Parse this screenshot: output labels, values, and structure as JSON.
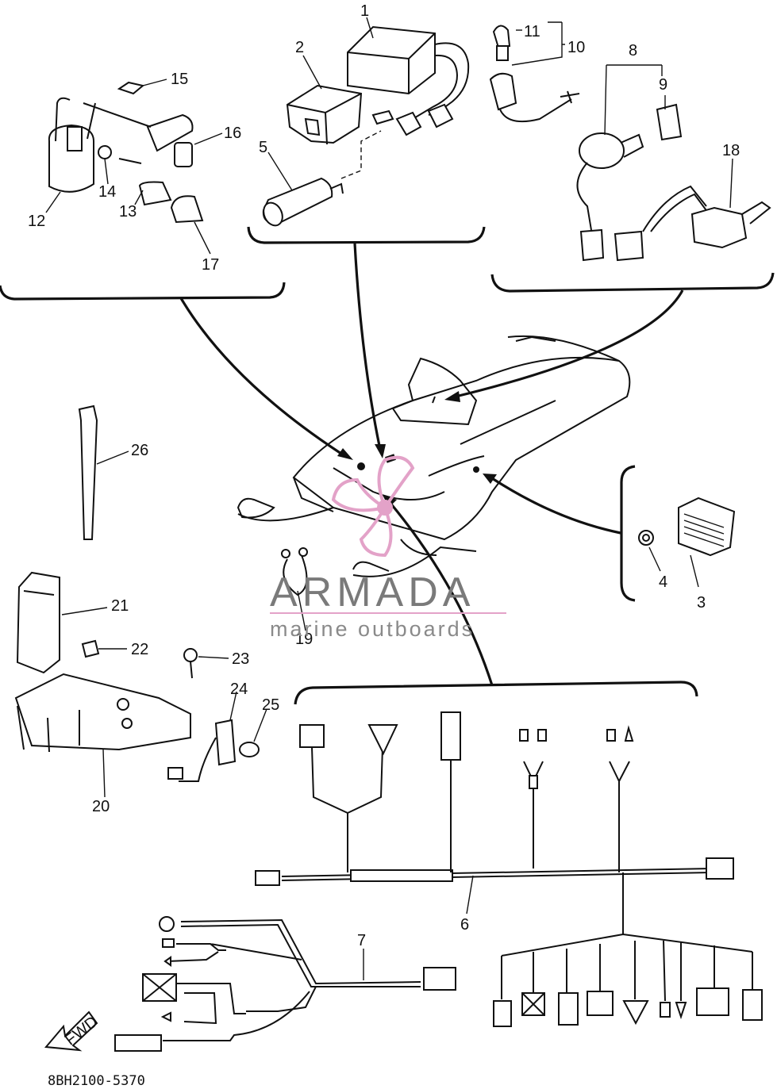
{
  "diagram": {
    "part_numbers": [
      "1",
      "2",
      "3",
      "4",
      "5",
      "6",
      "7",
      "8",
      "9",
      "10",
      "11",
      "12",
      "13",
      "14",
      "15",
      "16",
      "17",
      "18",
      "19",
      "20",
      "21",
      "22",
      "23",
      "24",
      "25",
      "26"
    ],
    "fwd_label": "FWD",
    "drawing_code": "8BH2100-5370"
  },
  "watermark": {
    "brand": "ARMADA",
    "tagline": "marine outboards",
    "brand_color": "#e3a2c8"
  }
}
